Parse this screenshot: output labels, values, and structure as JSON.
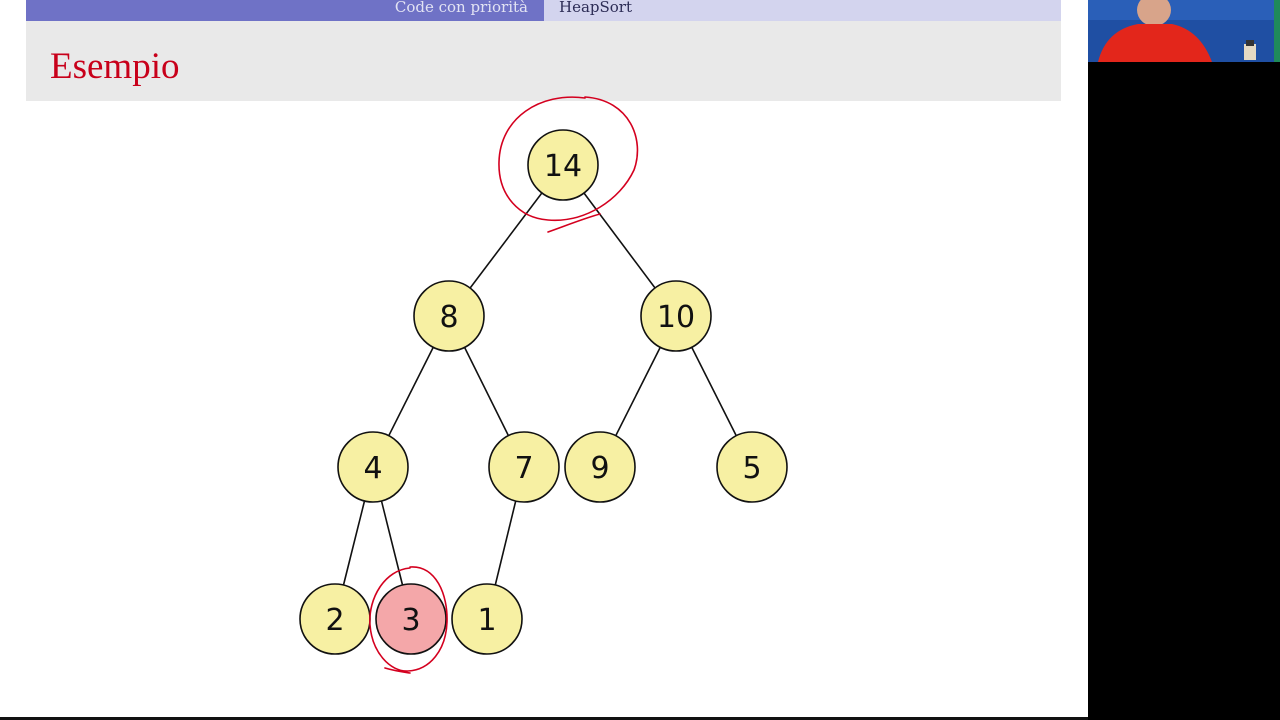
{
  "nav": {
    "section": "Code con priorità",
    "subsection": "HeapSort"
  },
  "slide": {
    "title": "Esempio"
  },
  "colors": {
    "title": "#c8001a",
    "node_fill": "#f7f0a3",
    "node_highlight": "#f4a7a9",
    "edge": "#111111",
    "annotation": "#d4001f"
  },
  "tree": {
    "nodes": [
      {
        "id": "n1",
        "label": "14",
        "highlight": false,
        "circled": true
      },
      {
        "id": "n2",
        "label": "8",
        "highlight": false,
        "circled": false
      },
      {
        "id": "n3",
        "label": "10",
        "highlight": false,
        "circled": false
      },
      {
        "id": "n4",
        "label": "4",
        "highlight": false,
        "circled": false
      },
      {
        "id": "n5",
        "label": "7",
        "highlight": false,
        "circled": false
      },
      {
        "id": "n6",
        "label": "9",
        "highlight": false,
        "circled": false
      },
      {
        "id": "n7",
        "label": "5",
        "highlight": false,
        "circled": false
      },
      {
        "id": "n8",
        "label": "2",
        "highlight": false,
        "circled": false
      },
      {
        "id": "n9",
        "label": "3",
        "highlight": true,
        "circled": true
      },
      {
        "id": "n10",
        "label": "1",
        "highlight": false,
        "circled": false
      }
    ],
    "edges": [
      [
        "n1",
        "n2"
      ],
      [
        "n1",
        "n3"
      ],
      [
        "n2",
        "n4"
      ],
      [
        "n2",
        "n5"
      ],
      [
        "n3",
        "n6"
      ],
      [
        "n3",
        "n7"
      ],
      [
        "n4",
        "n8"
      ],
      [
        "n4",
        "n9"
      ],
      [
        "n5",
        "n10"
      ]
    ]
  },
  "webcam": {
    "icon": "presenter-video"
  }
}
